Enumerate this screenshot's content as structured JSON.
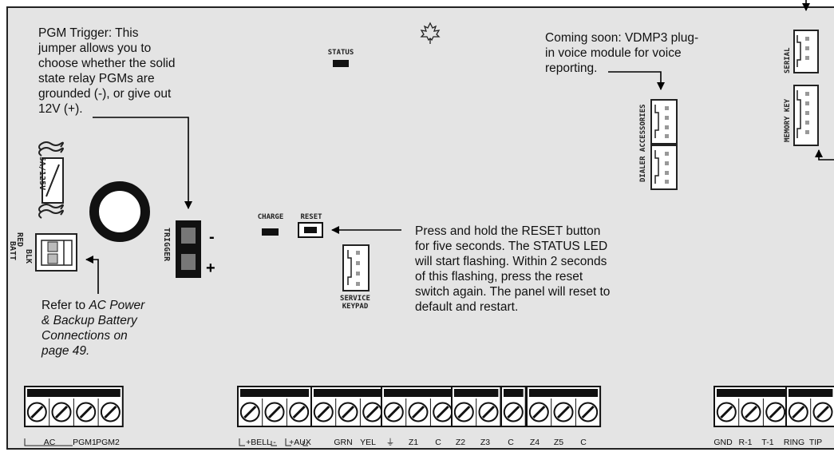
{
  "annotations": {
    "pgm_trigger": "PGM Trigger: This\njumper allows you to\nchoose whether the solid\nstate relay PGMs are\ngrounded (-), or give out\n12V (+).",
    "vdmp3": "Coming soon: VDMP3 plug-\nin voice module for voice\nreporting.",
    "reset": "Press and hold the RESET button\nfor five seconds. The STATUS LED\nwill start flashing. Within 2 seconds\nof this flashing, press the reset\nswitch again. The panel will reset to\ndefault and restart.",
    "battery_prefix": "Refer to ",
    "battery_ref": "AC Power\n& Backup Battery\nConnections on\npage 49."
  },
  "silkscreen": {
    "status": "STATUS",
    "charge": "CHARGE",
    "reset": "RESET",
    "trigger": "TRIGGER",
    "minus": "-",
    "plus": "+",
    "fuse": "5A/125V",
    "battery_red": "RED",
    "battery_blk": "BLK",
    "battery_batt": "BATT",
    "service_keypad_1": "SERVICE",
    "service_keypad_2": "KEYPAD",
    "dialer_accessories": "DIALER ACCESSORIES",
    "serial": "SERIAL",
    "memory_key": "MEMORY KEY"
  },
  "terminals": {
    "left": [
      "AC",
      "PGM1",
      "PGM2"
    ],
    "center": [
      "+BELL",
      "-",
      "+AUX",
      "-",
      "GRN",
      "YEL",
      "⏚",
      "Z1",
      "C",
      "Z2",
      "Z3",
      "C",
      "Z4",
      "Z5",
      "C"
    ],
    "right": [
      "GND",
      "R-1",
      "T-1",
      "RING",
      "TIP"
    ]
  }
}
